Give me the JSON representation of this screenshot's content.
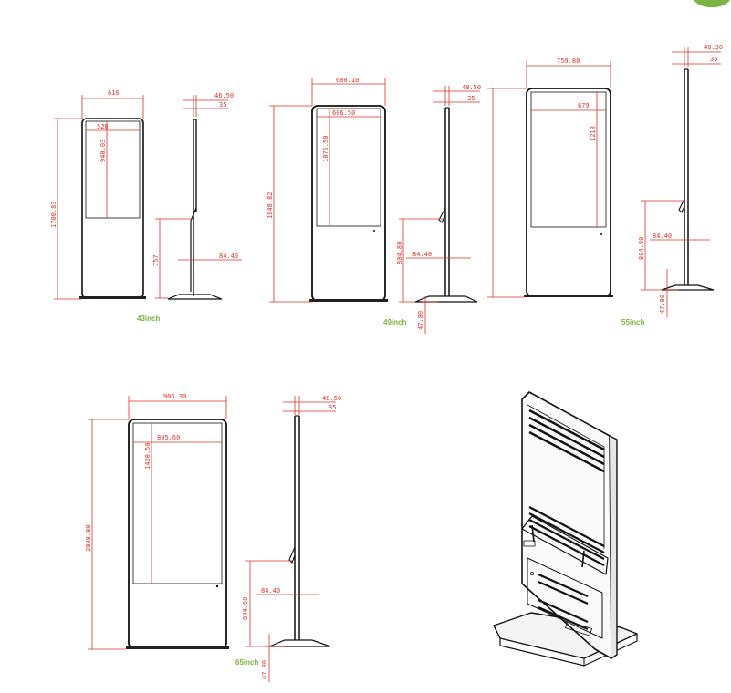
{
  "colors": {
    "dimension": "#e0302a",
    "size_label": "#7cb342",
    "outline": "#111111",
    "accent_disc": "#7cb342"
  },
  "models": [
    {
      "size": "43inch",
      "front": {
        "width": "616",
        "height": "1700.83",
        "screen_width": "528",
        "screen_height": "940.03"
      },
      "side": {
        "depth_top": "46.50",
        "depth_inner": "35",
        "stand_height": "757",
        "bracket_depth": "84.40"
      }
    },
    {
      "size": "49inch",
      "front": {
        "width": "680.10",
        "height": "1848.82",
        "screen_width": "606.50",
        "screen_height": "1075.50"
      },
      "side": {
        "depth_top": "48.50",
        "depth_inner": "35",
        "stand_height": "804.80",
        "bracket_depth": "84.40",
        "base_height": "47.80"
      }
    },
    {
      "size": "55inch",
      "front": {
        "width": "759.80",
        "screen_width": "679",
        "screen_height": "1218"
      },
      "side": {
        "depth_top": "48.30",
        "depth_inner": "35",
        "stand_height": "804.80",
        "bracket_depth": "84.40",
        "base_height": "47.80"
      }
    },
    {
      "size": "65inch",
      "front": {
        "width": "906.30",
        "height": "2098.80",
        "screen_width": "805.60",
        "screen_height": "1430.50"
      },
      "side": {
        "depth_top": "48.50",
        "depth_inner": "35",
        "stand_height": "804.60",
        "bracket_depth": "84.40",
        "base_height": "47.80"
      }
    }
  ]
}
